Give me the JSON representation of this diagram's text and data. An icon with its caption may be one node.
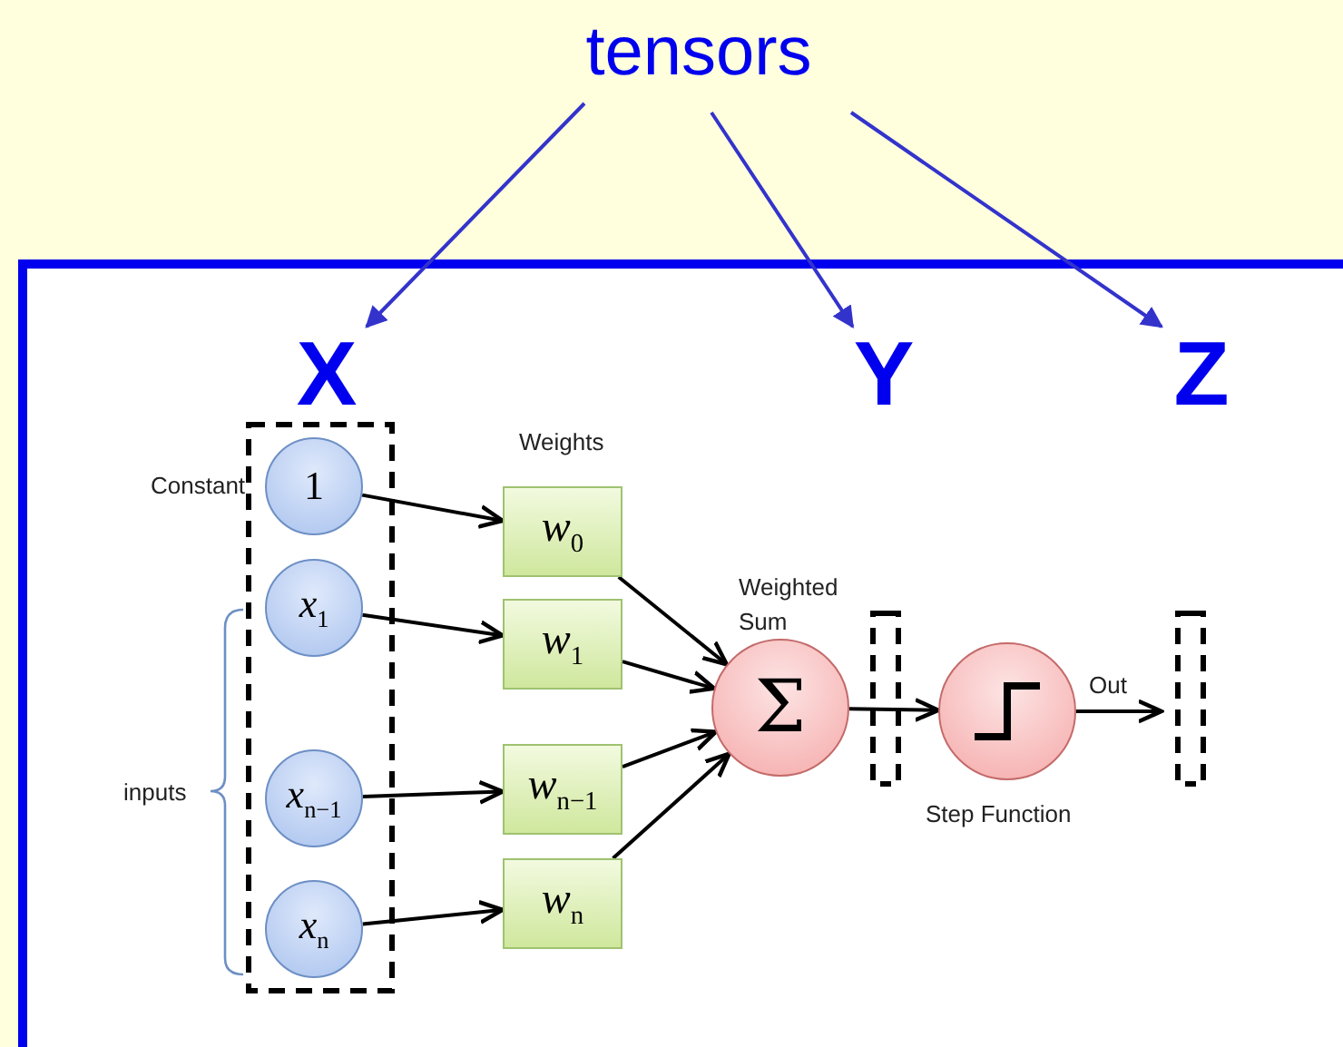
{
  "diagram": {
    "nodes": [
      {
        "text": [
          "tensors"
        ]
      },
      {
        "text": [
          "X"
        ]
      },
      {
        "text": [
          "Y"
        ]
      },
      {
        "text": [
          "Z"
        ]
      },
      {
        "text": [
          "1"
        ],
        "beside": [
          "Constant"
        ]
      },
      {
        "text": [
          "*x*$_{1}$"
        ]
      },
      {
        "text": [
          "*x*$_{n−1}$"
        ]
      },
      {
        "text": [
          "*x*$_{n}$"
        ]
      },
      {
        "text": [
          "*w*$_{0}$"
        ]
      },
      {
        "text": [
          "*w*$_{1}$"
        ]
      },
      {
        "text": [
          "*w*$_{n−1}$"
        ]
      },
      {
        "text": [
          "*w*$_{n}$"
        ]
      },
      {
        "text": [
          "Σ"
        ],
        "beside": [
          "Weighted Sum"
        ]
      },
      {
        "text": [],
        "shape": "circle",
        "beside": [
          "Step Function"
        ]
      }
    ],
    "edges": [
      {
        "from": 0,
        "to": 1,
        "arrow": "to",
        "color": "#3333cc"
      },
      {
        "from": 0,
        "to": 2,
        "arrow": "to",
        "color": "#3333cc"
      },
      {
        "from": 0,
        "to": 3,
        "arrow": "to",
        "color": "#3333cc"
      },
      {
        "from": 4,
        "to": 8,
        "arrow": "to"
      },
      {
        "from": 5,
        "to": 9,
        "arrow": "to"
      },
      {
        "from": 6,
        "to": 10,
        "arrow": "to"
      },
      {
        "from": 7,
        "to": 11,
        "arrow": "to"
      },
      {
        "from": 8,
        "to": 12,
        "arrow": "to"
      },
      {
        "from": 9,
        "to": 12,
        "arrow": "to"
      },
      {
        "from": 10,
        "to": 12,
        "arrow": "to"
      },
      {
        "from": 11,
        "to": 12,
        "arrow": "to"
      },
      {
        "from": 12,
        "to": 13,
        "arrow": "to"
      },
      {
        "from": 13,
        "to": null,
        "arrow": "to",
        "label": "Out"
      }
    ],
    "labels": [
      "Weights",
      "inputs"
    ]
  }
}
